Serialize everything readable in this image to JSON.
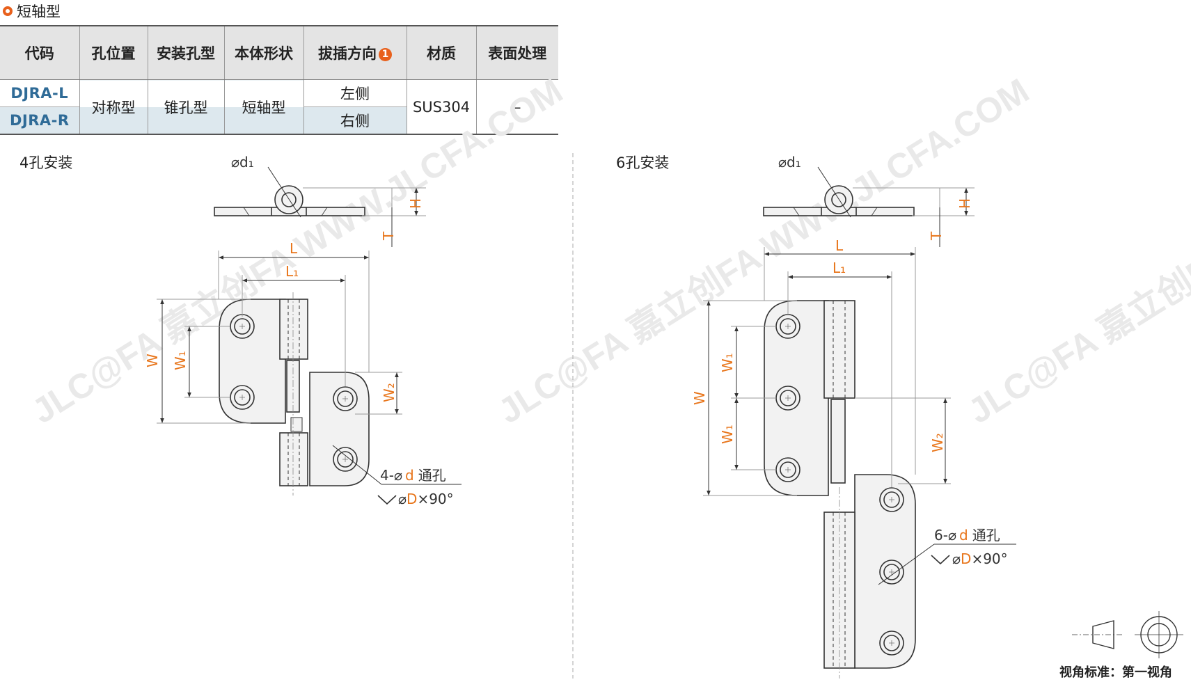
{
  "title": "短轴型",
  "table": {
    "headers": [
      "代码",
      "孔位置",
      "安装孔型",
      "本体形状",
      "拔插方向",
      "材质",
      "表面处理"
    ],
    "header_badge": "1",
    "codes": [
      "DJRA-L",
      "DJRA-R"
    ],
    "hole_position": "对称型",
    "mount_hole": "锥孔型",
    "body_shape": "短轴型",
    "directions": [
      "左侧",
      "右侧"
    ],
    "material": "SUS304",
    "surface": "–"
  },
  "views": {
    "four_hole": "4孔安装",
    "six_hole": "6孔安装"
  },
  "dims": {
    "d1": "⌀d₁",
    "H": "H",
    "T": "T",
    "L": "L",
    "L1": "L₁",
    "W": "W",
    "W1": "W₁",
    "W2": "W₂",
    "hole_note_4_prefix": "4-⌀",
    "hole_note_6_prefix": "6-⌀",
    "hole_d": "d",
    "hole_suffix": "通孔",
    "csk_prefix": "⌀",
    "csk_D": "D",
    "csk_suffix": "×90°"
  },
  "watermark": "JLC@FA 嘉立创FA WWW.JLCFA.COM",
  "view_standard": "视角标准：第一视角",
  "colors": {
    "accent": "#e8601c",
    "code_blue": "#2f6b97",
    "dim_orange": "#e8761c",
    "row_tint": "#dde8ee"
  }
}
